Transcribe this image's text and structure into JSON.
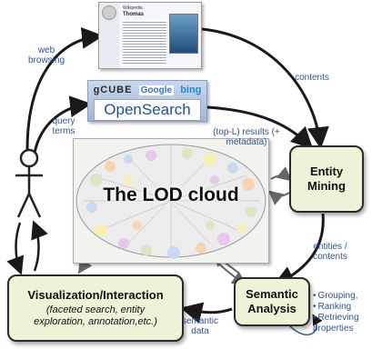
{
  "labels": {
    "web_browsing": "web browsing",
    "query_terms": "query terms",
    "contents": "contents",
    "results": "(top-L) results (+ metadata)",
    "entities_contents": "entities / contents",
    "semantic_data": "semantic data"
  },
  "search": {
    "engines": [
      "gCUBE",
      "Google",
      "bing"
    ],
    "title": "OpenSearch"
  },
  "lod": {
    "title": "The LOD cloud"
  },
  "wiki": {
    "title": "Wikipedia",
    "heading": "Thomas"
  },
  "boxes": {
    "entity_mining": "Entity Mining",
    "semantic_analysis": "Semantic Analysis",
    "visualization_title": "Visualization/Interaction",
    "visualization_subtitle": "(faceted search, entity exploration, annotation,etc.)"
  },
  "bullets": [
    "Grouping,",
    "Ranking",
    "Retrieving properties"
  ],
  "colors": {
    "label": "#2f5597",
    "box_fill": "#eef3d7",
    "arrow": "#1a1a1a"
  }
}
